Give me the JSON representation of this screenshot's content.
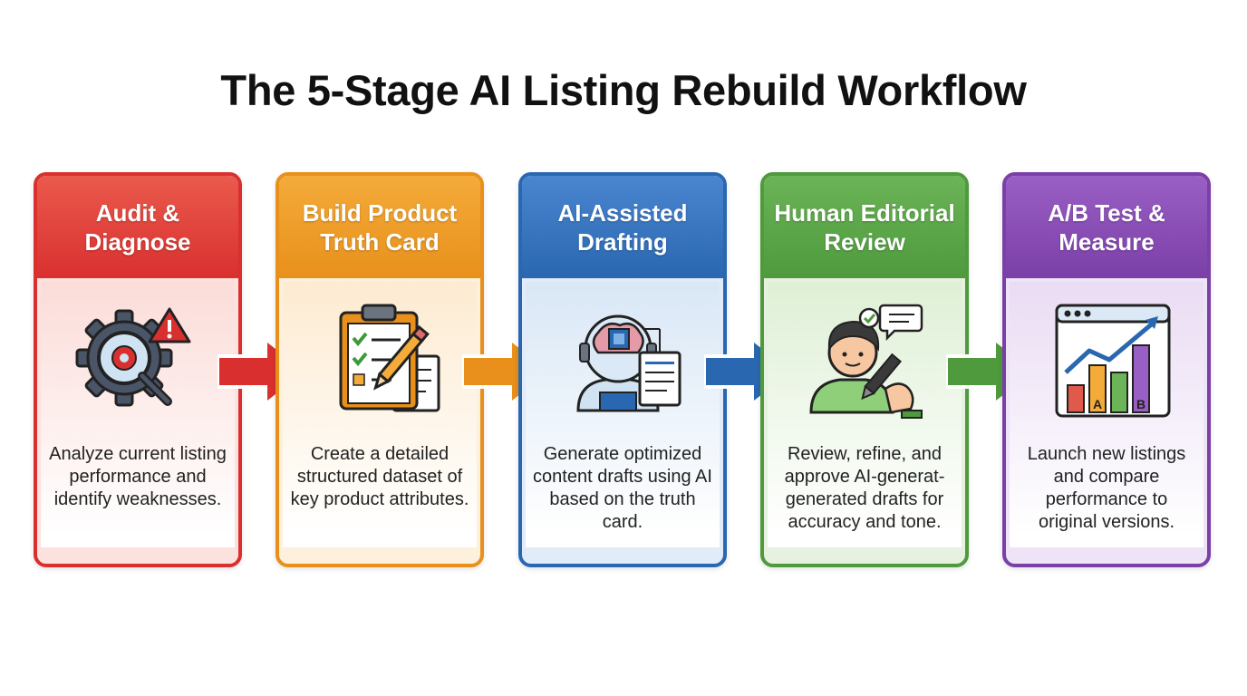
{
  "title": "The 5-Stage AI Listing Rebuild Workflow",
  "stages": [
    {
      "heading": "Audit & Diagnose",
      "description": "Analyze current listing performance and identify weaknesses.",
      "color": "#d9302f",
      "icon": "gear-magnifier-warning-icon"
    },
    {
      "heading": "Build Product Truth Card",
      "description": "Create a detailed structured dataset of key product attributes.",
      "color": "#e8901b",
      "icon": "clipboard-checklist-icon"
    },
    {
      "heading": "AI-Assisted Drafting",
      "description": "Generate optimized content drafts using AI based on the truth card.",
      "color": "#2a67b1",
      "icon": "ai-robot-document-icon"
    },
    {
      "heading": "Human Editorial Review",
      "description": "Review, refine, and approve AI-generat-generated drafts for accuracy and tone.",
      "color": "#4e9a3d",
      "icon": "person-pen-review-icon"
    },
    {
      "heading": "A/B Test & Measure",
      "description": "Launch new listings and compare performance to original versions.",
      "color": "#7b3fa8",
      "icon": "ab-test-chart-icon"
    }
  ],
  "chart_labels": {
    "a": "A",
    "b": "B"
  }
}
